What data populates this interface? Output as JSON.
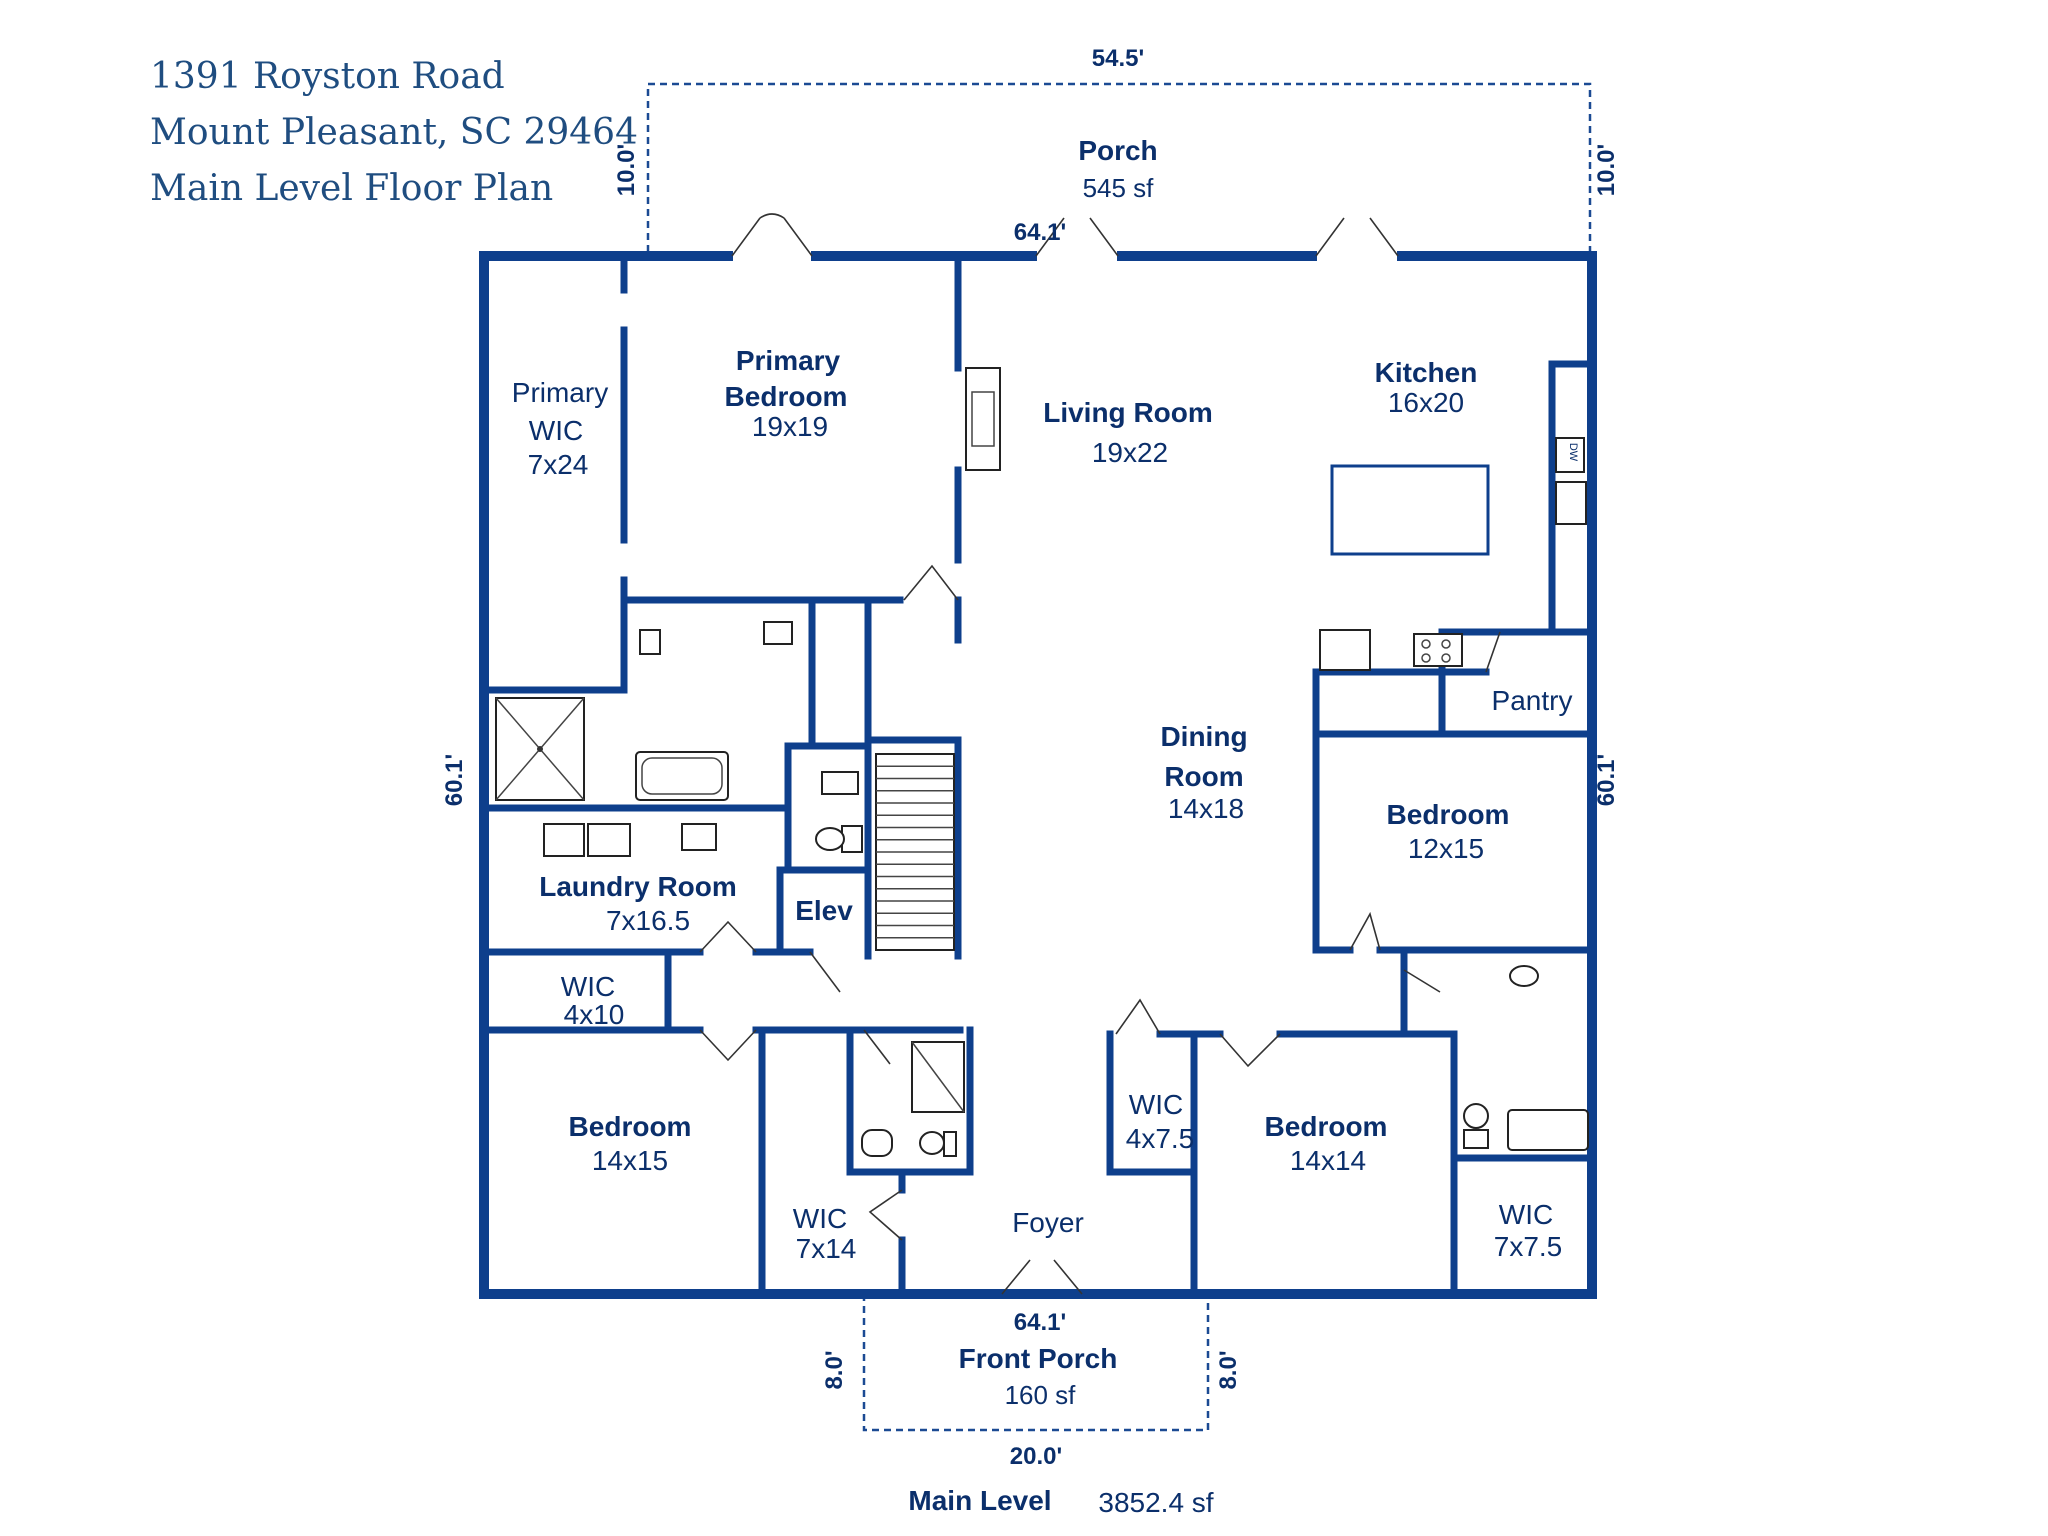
{
  "header": {
    "address_line1": "1391 Royston Road",
    "address_line2": "Mount Pleasant, SC 29464",
    "plan_title": "Main Level Floor Plan"
  },
  "dimensions": {
    "porch_width": "54.5'",
    "porch_depth_left": "10.0'",
    "porch_depth_right": "10.0'",
    "top_width": "64.1'",
    "left_depth": "60.1'",
    "right_depth": "60.1'",
    "bottom_width": "64.1'",
    "front_porch_depth_left": "8.0'",
    "front_porch_depth_right": "8.0'",
    "front_porch_width": "20.0'"
  },
  "rooms": {
    "porch": {
      "name": "Porch",
      "size": "545 sf"
    },
    "primary_wic": {
      "line1": "Primary",
      "line2": "WIC",
      "size": "7x24"
    },
    "primary_bedroom": {
      "line1": "Primary",
      "line2": "Bedroom",
      "size": "19x19"
    },
    "living_room": {
      "name": "Living Room",
      "size": "19x22"
    },
    "kitchen": {
      "name": "Kitchen",
      "size": "16x20"
    },
    "dining_room": {
      "line1": "Dining",
      "line2": "Room",
      "size": "14x18"
    },
    "pantry": {
      "name": "Pantry"
    },
    "bedroom_right": {
      "name": "Bedroom",
      "size": "12x15"
    },
    "laundry": {
      "name": "Laundry Room",
      "size": "7x16.5"
    },
    "elev": {
      "name": "Elev"
    },
    "wic_small": {
      "name": "WIC",
      "size": "4x10"
    },
    "bedroom_left": {
      "name": "Bedroom",
      "size": "14x15"
    },
    "wic_7x14": {
      "name": "WIC",
      "size": "7x14"
    },
    "foyer": {
      "name": "Foyer"
    },
    "wic_4x75": {
      "name": "WIC",
      "size": "4x7.5"
    },
    "bedroom_mid": {
      "name": "Bedroom",
      "size": "14x14"
    },
    "wic_7x75": {
      "name": "WIC",
      "size": "7x7.5"
    },
    "front_porch": {
      "name": "Front Porch",
      "size": "160 sf"
    }
  },
  "footer": {
    "level_label": "Main Level",
    "area": "3852.4 sf"
  },
  "fixture_labels": {
    "dishwasher": "DW"
  },
  "colors": {
    "wall": "#0e3f8c",
    "label": "#0b2f6b",
    "title": "#1f4d80"
  }
}
